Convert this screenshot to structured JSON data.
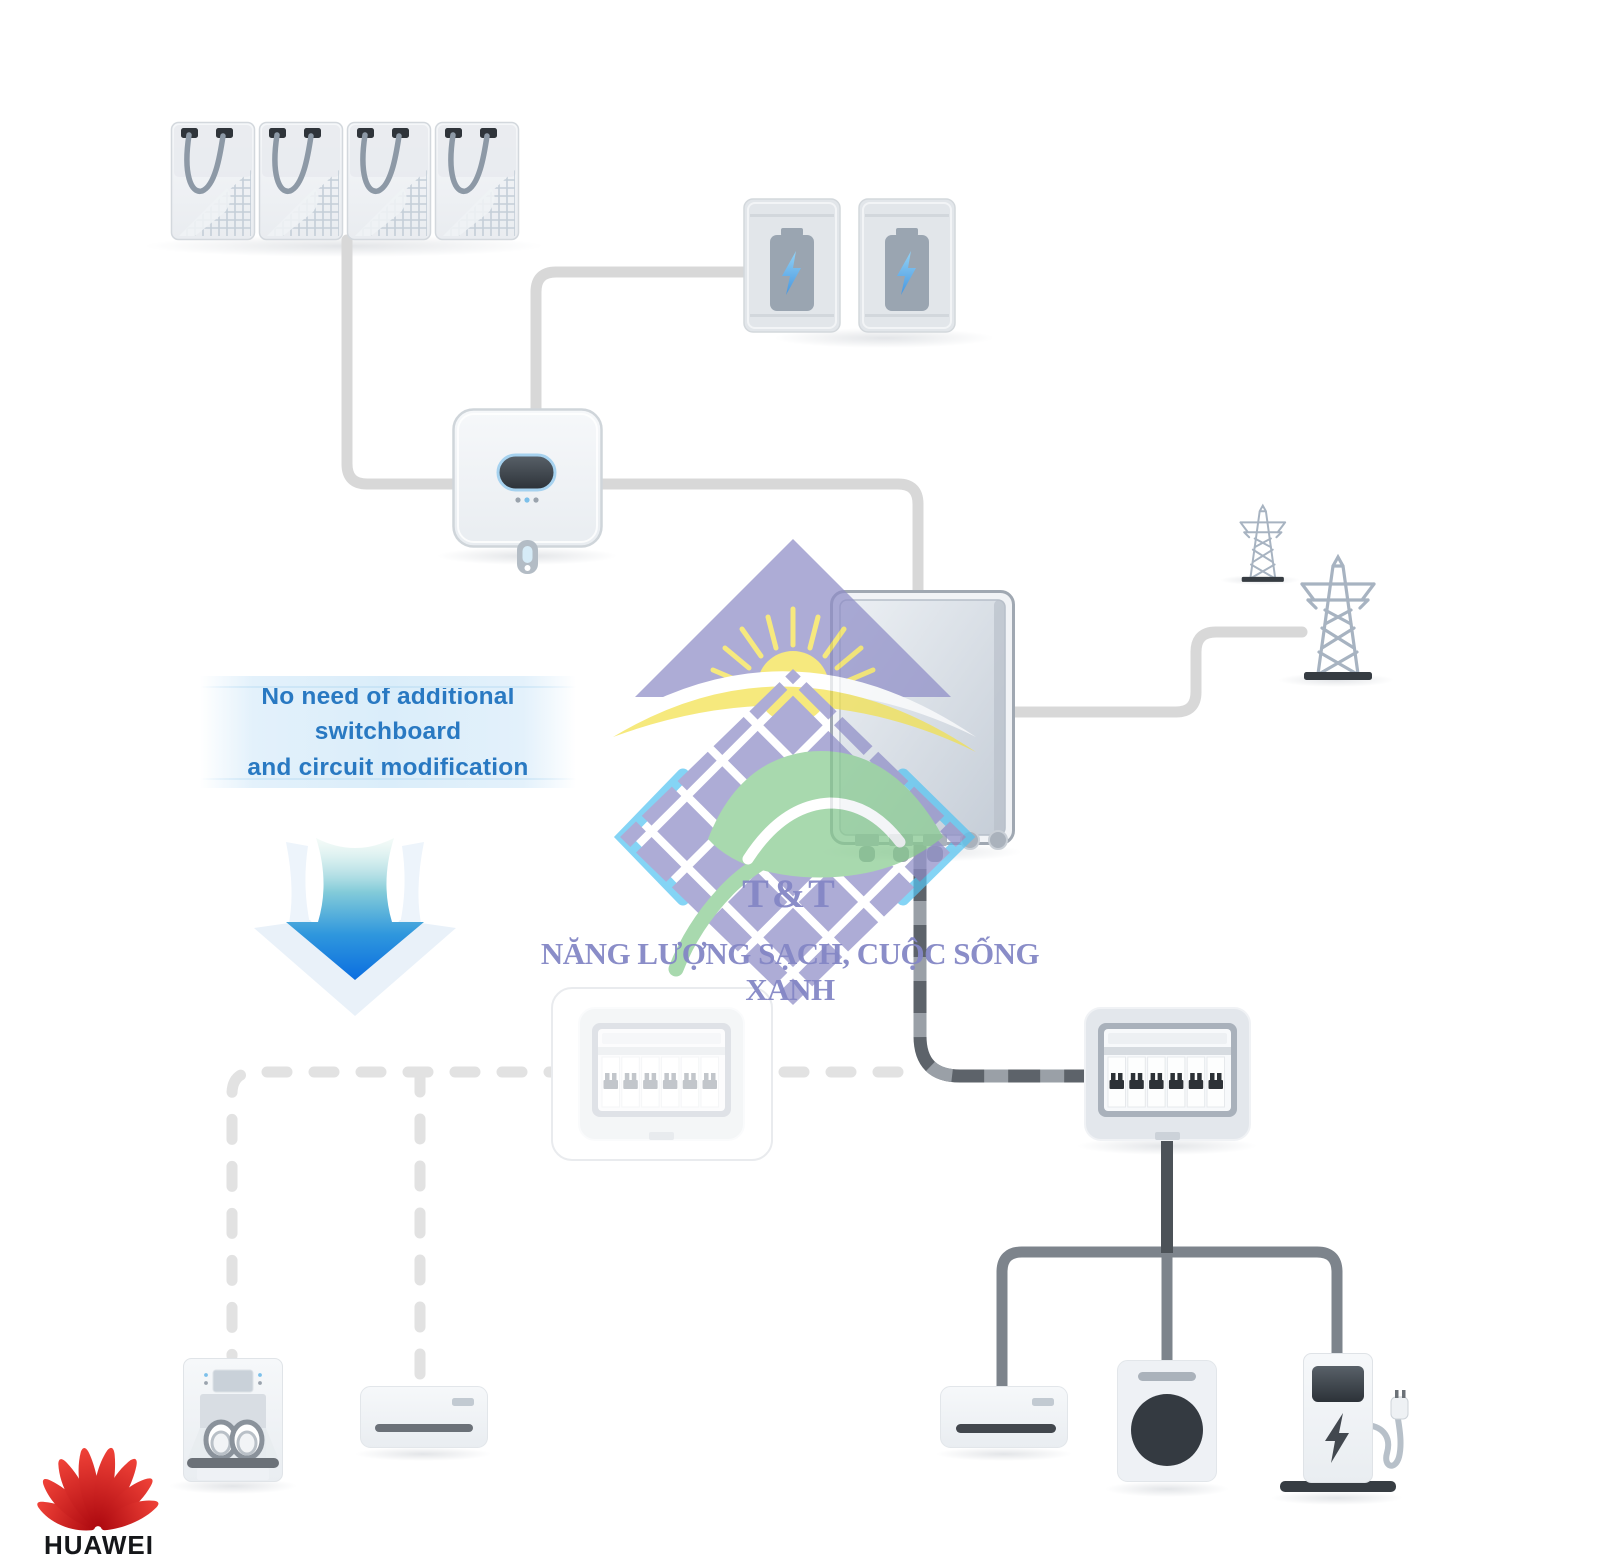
{
  "note": {
    "line1": "No need of additional switchboard",
    "line2": "and circuit modification"
  },
  "watermark": {
    "title": "T&T",
    "tagline": "NĂNG LƯỢNG SẠCH, CUỘC SỐNG XANH"
  },
  "branding": {
    "wordmark": "HUAWEI"
  },
  "colors": {
    "note_text": "#2979c2",
    "watermark_text": "#8487c6",
    "huawei_red": "#cf0a1e",
    "wire_light": "#d8d8d8",
    "cable_dark": "#5d636a",
    "cable_dash": "#9aa0a7",
    "branch_gray": "#7d848c",
    "branch_dark": "#4c5258",
    "dashed_wire": "#e2e2e2",
    "accent_blue": "#7cc0ea",
    "breaker_dark": "#2d3237",
    "logo_purple": "#8f8dc7",
    "logo_yellow": "#f4e14e",
    "logo_green": "#88ca90",
    "logo_sky": "#55c3f1"
  },
  "diagram_nodes": [
    "pv-module-1",
    "pv-module-2",
    "pv-module-3",
    "pv-module-4",
    "battery-1",
    "battery-2",
    "hybrid-inverter",
    "backup-box",
    "grid-tower-small",
    "grid-tower-large",
    "ghost-switchboard",
    "main-switchboard",
    "dishwasher",
    "air-conditioner-left",
    "air-conditioner-right",
    "washing-machine",
    "ev-charger",
    "down-arrow",
    "tt-solar-logo",
    "huawei-logo"
  ]
}
